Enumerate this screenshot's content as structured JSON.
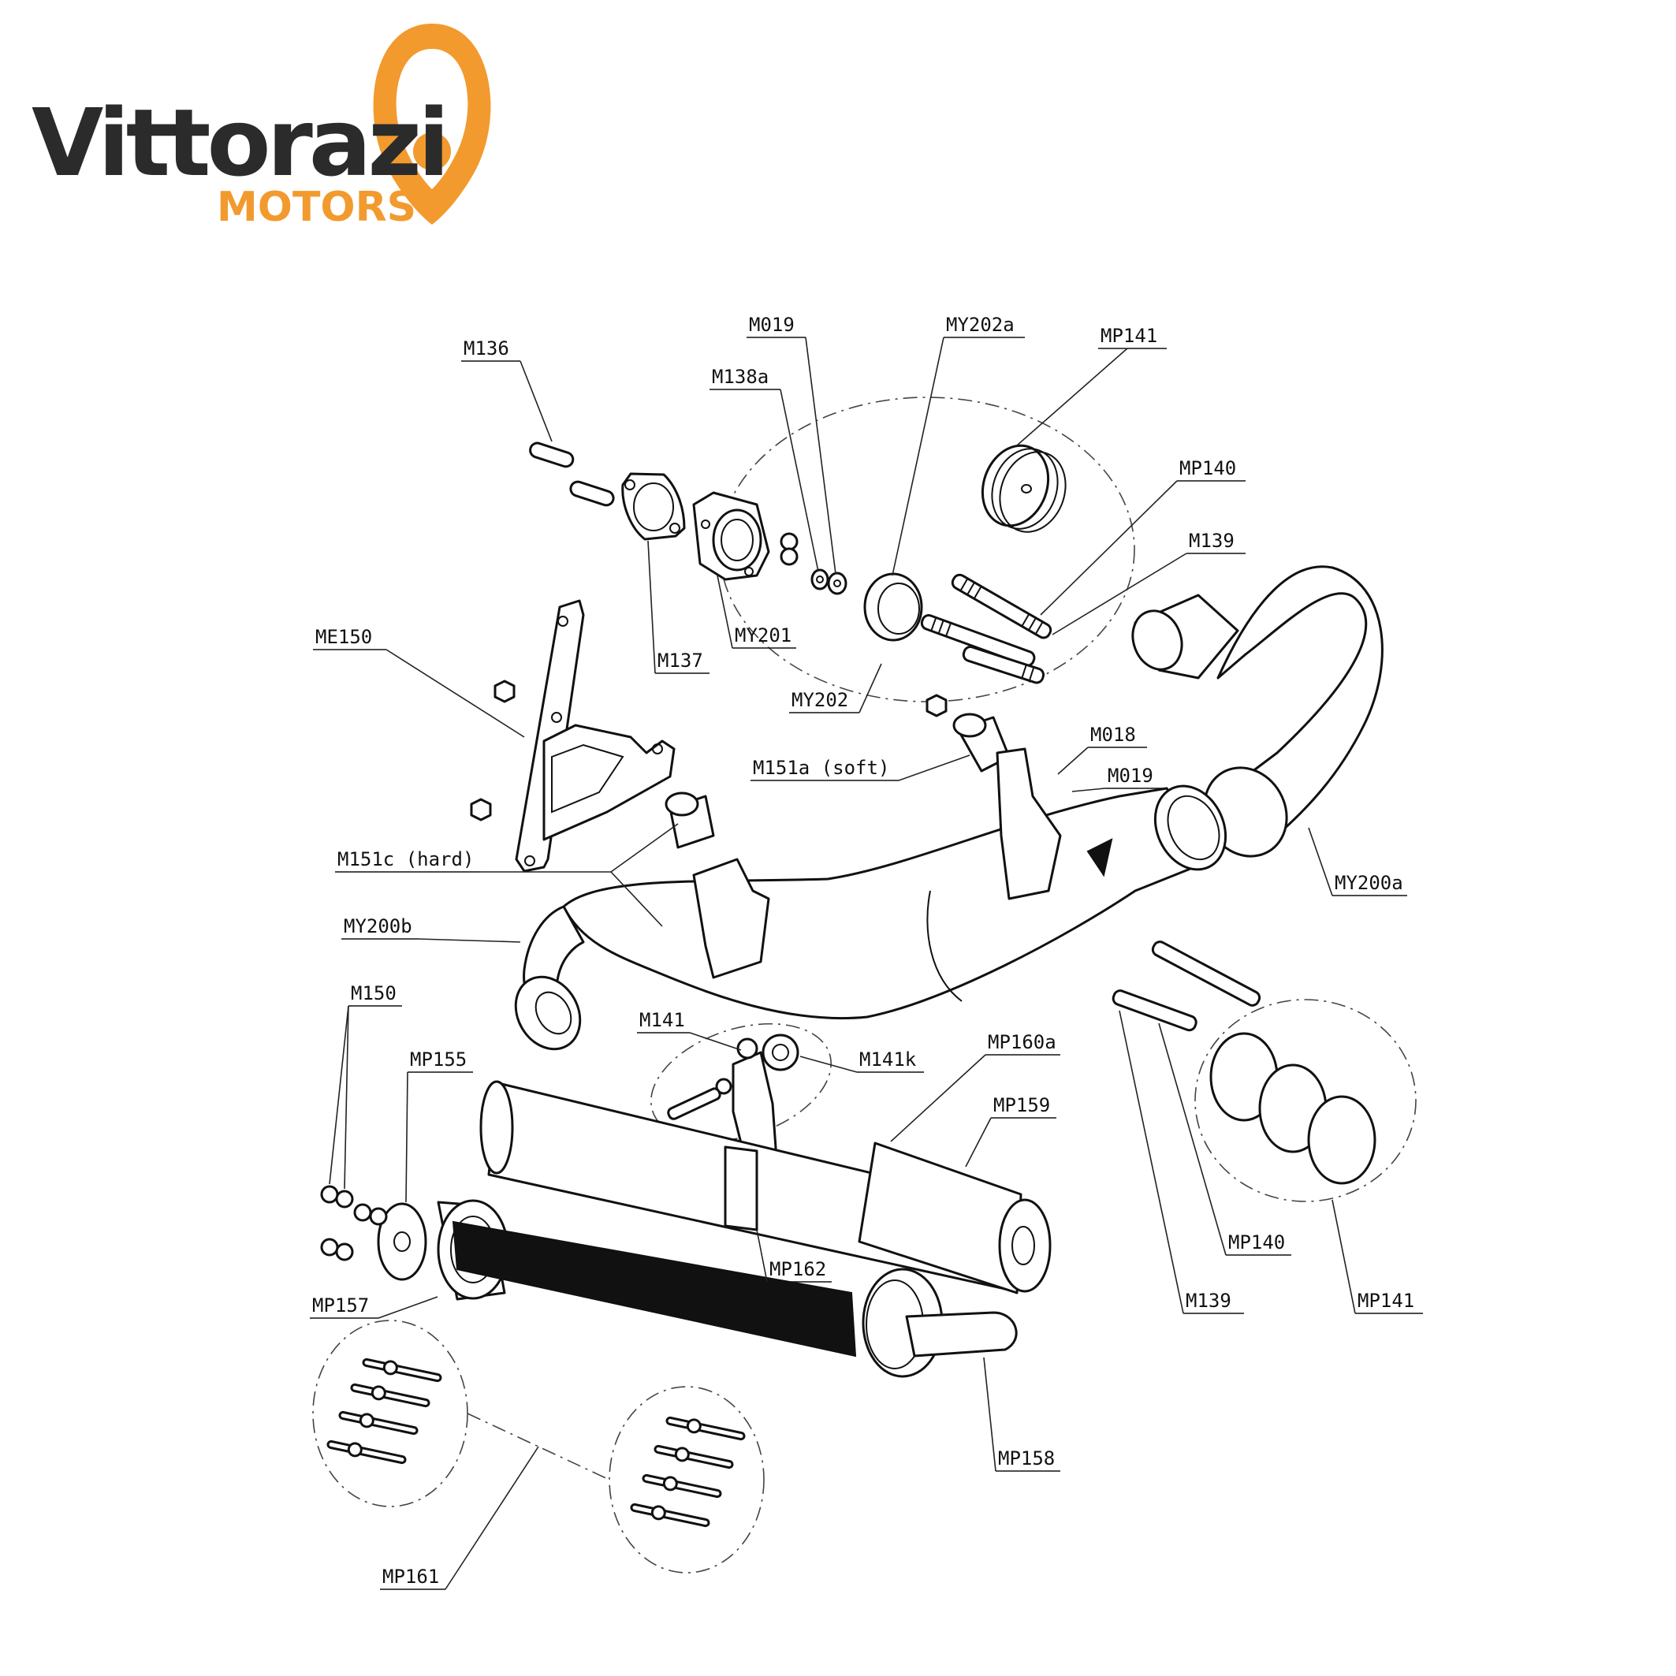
{
  "logo": {
    "brand": "Vittorazi",
    "sub": "MOTORS",
    "colors": {
      "brand_text": "#2b2b2b",
      "accent": "#f29a2e"
    }
  },
  "labels": {
    "M136": "M136",
    "M019_top": "M019",
    "M138a": "M138a",
    "MY202a": "MY202a",
    "MP141_top": "MP141",
    "MP140_top": "MP140",
    "M139_top": "M139",
    "ME150": "ME150",
    "M137": "M137",
    "MY201": "MY201",
    "MY202": "MY202",
    "M151a": "M151a (soft)",
    "M018": "M018",
    "M019_mid": "M019",
    "M151c": "M151c (hard)",
    "MY200a": "MY200a",
    "MY200b": "MY200b",
    "M150": "M150",
    "M141": "M141",
    "M141k": "M141k",
    "MP160a": "MP160a",
    "MP155": "MP155",
    "MP159": "MP159",
    "MP162": "MP162",
    "MP140_bottom": "MP140",
    "MP157": "MP157",
    "M139_bottom": "M139",
    "MP141_bottom": "MP141",
    "MP158": "MP158",
    "MP161": "MP161"
  }
}
